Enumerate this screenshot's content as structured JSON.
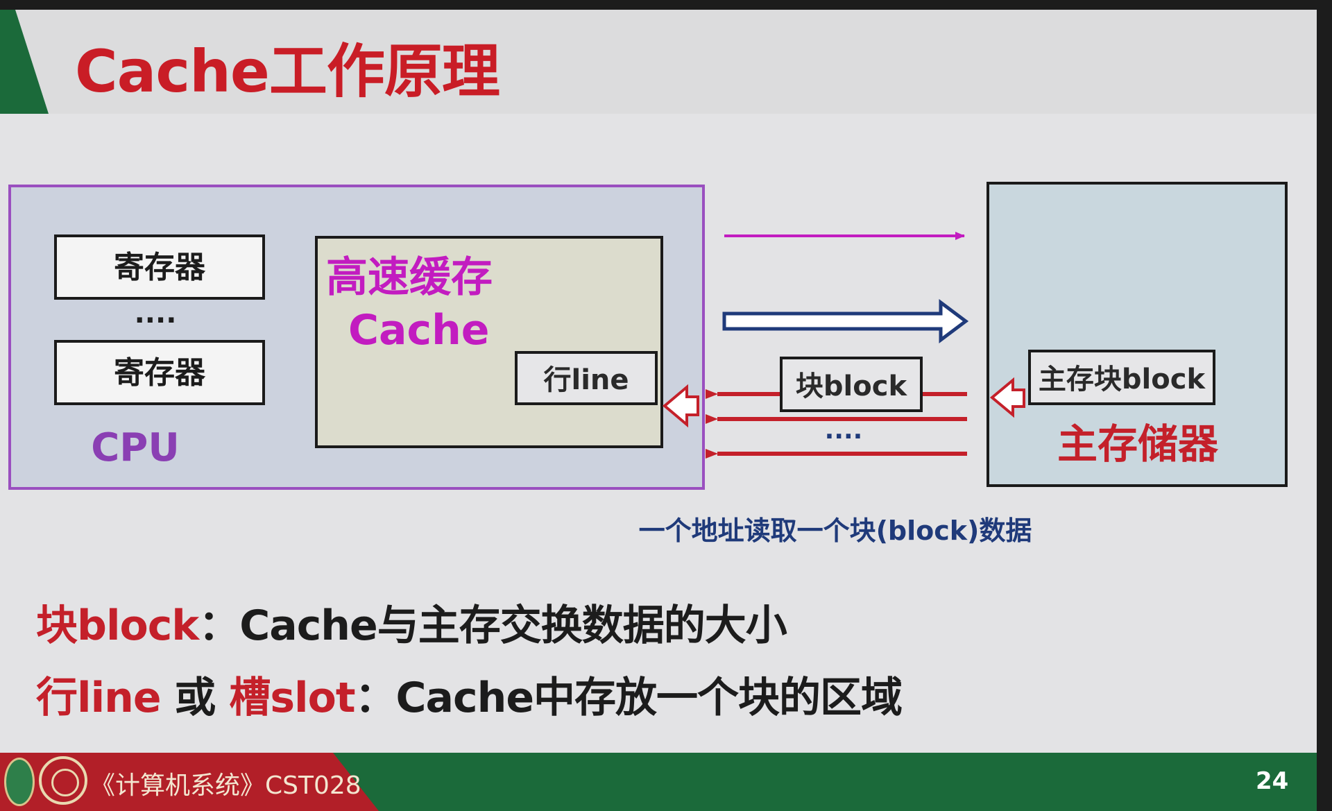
{
  "title": "Cache工作原理",
  "diagram": {
    "cpu": {
      "registers": [
        "寄存器",
        "寄存器"
      ],
      "ellipsis": "....",
      "label": "CPU"
    },
    "cache": {
      "label_cn": "高速缓存",
      "label_en": "Cache",
      "line_label": "行line"
    },
    "transfer": {
      "block_label": "块block",
      "ellipsis": "....",
      "caption": "一个地址读取一个块(block)数据"
    },
    "memory": {
      "block_label": "主存块block",
      "label": "主存储器"
    }
  },
  "definitions": [
    {
      "term": "块block",
      "text": "：Cache与主存交换数据的大小"
    },
    {
      "term1": "行line",
      "or": " 或 ",
      "term2": "槽slot",
      "text": "：Cache中存放一个块的区域"
    }
  ],
  "footer": {
    "course": "《计算机系统》CST028",
    "page": "24"
  },
  "colors": {
    "title_red": "#c91d26",
    "cpu_purple": "#8a3fb3",
    "cache_magenta": "#c21cc0",
    "arrow_red": "#c4202a",
    "arrow_navy": "#1f3a7a",
    "footer_green": "#1b6a3a",
    "footer_red": "#b21f28"
  }
}
